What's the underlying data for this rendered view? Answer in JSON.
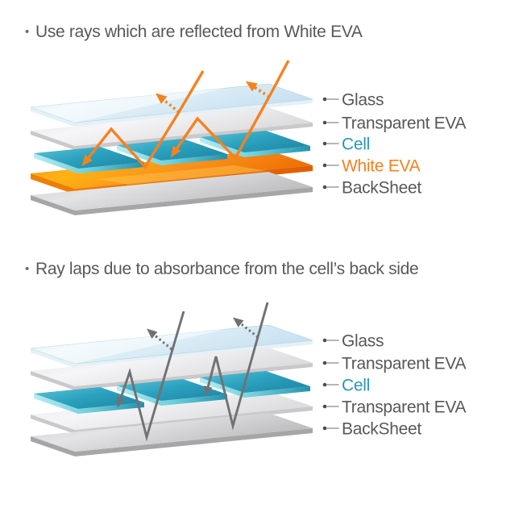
{
  "colors": {
    "title_text": "#57585a",
    "label_gray": "#57585a",
    "cell_label": "#2b96b5",
    "white_eva_label": "#f5821f",
    "ray_reflected": "#f5821f",
    "ray_absorbed": "#717173",
    "glass": "#cfe6f2",
    "transparent_eva": "#e9e9eb",
    "cell": "#2ba2bf",
    "white_eva": "#ffb214",
    "backsheet": "#c9c9cb",
    "leader_line": "#9d9d9f"
  },
  "sections": [
    {
      "bullet": "•",
      "title": "Use rays which are reflected from White EVA",
      "labels": [
        {
          "text": "Glass",
          "color": "#57585a"
        },
        {
          "text": "Transparent EVA",
          "color": "#57585a"
        },
        {
          "text": "Cell",
          "color": "#2b96b5"
        },
        {
          "text": "White EVA",
          "color": "#f5821f"
        },
        {
          "text": "BackSheet",
          "color": "#57585a"
        }
      ]
    },
    {
      "bullet": "•",
      "title": "Ray laps due to absorbance from the cell’s back side",
      "labels": [
        {
          "text": "Glass",
          "color": "#57585a"
        },
        {
          "text": "Transparent EVA",
          "color": "#57585a"
        },
        {
          "text": "Cell",
          "color": "#2b96b5"
        },
        {
          "text": "Transparent EVA",
          "color": "#57585a"
        },
        {
          "text": "BackSheet",
          "color": "#57585a"
        }
      ]
    }
  ]
}
